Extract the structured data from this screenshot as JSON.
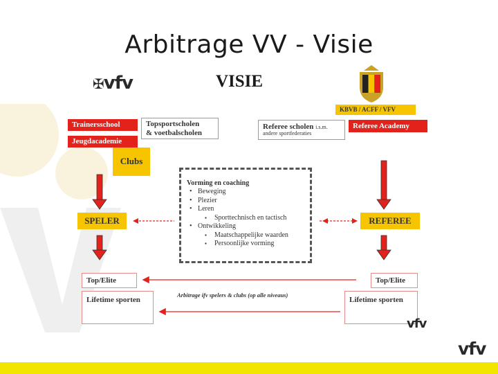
{
  "slide": {
    "title": "Arbitrage VV - Visie"
  },
  "diagram": {
    "heading": "VISIE",
    "logo_text": "vfv",
    "federation_label": "KBVB / ACFF / VFV",
    "left_column": {
      "trainersschool": "Trainersschool",
      "jeugdacademie": "Jeugdacademie",
      "topsportscholen_line1": "Topsportscholen",
      "topsportscholen_line2": "& voetbalscholen",
      "clubs": "Clubs",
      "speler": "SPELER",
      "top_elite": "Top/Elite",
      "lifetime": "Lifetime sporten"
    },
    "right_column": {
      "referee_scholen_line1": "Referee scholen",
      "referee_scholen_suffix": "i.s.m.",
      "referee_scholen_line2": "andere sportfederaties",
      "referee_academy": "Referee Academy",
      "referee": "REFEREE",
      "top_elite": "Top/Elite",
      "lifetime": "Lifetime sporten"
    },
    "center": {
      "title": "Vorming en coaching",
      "items": [
        {
          "text": "Beweging",
          "level": 1
        },
        {
          "text": "Plezier",
          "level": 1
        },
        {
          "text": "Leren",
          "level": 1
        },
        {
          "text": "Sporttechnisch en tactisch",
          "level": 2
        },
        {
          "text": "Ontwikkeling",
          "level": 1
        },
        {
          "text": "Maatschappelijke waarden",
          "level": 2
        },
        {
          "text": "Persoonlijke vorming",
          "level": 2
        }
      ]
    },
    "bottom_label": "Arbitrage ifv spelers & clubs (op alle niveaus)"
  },
  "colors": {
    "red": "#e3231b",
    "yellow": "#f6c500",
    "bar_yellow": "#f2e600",
    "arrow_red": "#e3231b"
  }
}
